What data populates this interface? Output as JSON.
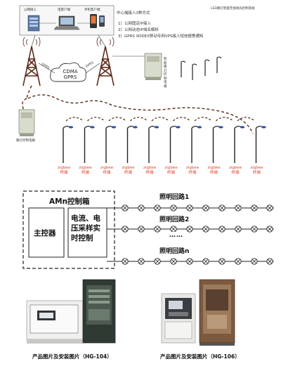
{
  "top_panel": {
    "labels": [
      "公网接入",
      "电客户端",
      "手机客户端"
    ],
    "title_small": "LED路灯智能无线调光控制系统"
  },
  "access_methods": {
    "heading": "中心端接入3种方式",
    "items": [
      "1）公网固定IP接入",
      "2）公网动态IP域名解析",
      "3）GPRS XODEX移动专网VPS接入短信报警通知"
    ]
  },
  "network": {
    "cloud_line1": "CDMA",
    "cloud_line2": "GPRS",
    "link_left": "GPRS",
    "link_right": "GPRS"
  },
  "cabinets": {
    "smart_cabinet_label": "智能路灯控制电箱",
    "street_cabinet_label": "路灯控制电箱"
  },
  "terminals": {
    "label_line1": "zigbee",
    "label_line2": "终端",
    "count": 10
  },
  "amn_box": {
    "title": "AMn控制箱",
    "controller": "主控器",
    "sampler": "电流、电压采样实时控制"
  },
  "circuits": {
    "labels": [
      "照明回路1",
      "照明回路2",
      "照明回路n"
    ],
    "ellipsis": "……"
  },
  "products": {
    "caption_left": "产品图片及安装图片（HG-104）",
    "caption_right": "产品图片及安装图片（HG-106）"
  },
  "colors": {
    "accent_red": "#e0452d",
    "tower_brown": "#5a2a1a",
    "cabinet_green": "#d8dccc"
  }
}
